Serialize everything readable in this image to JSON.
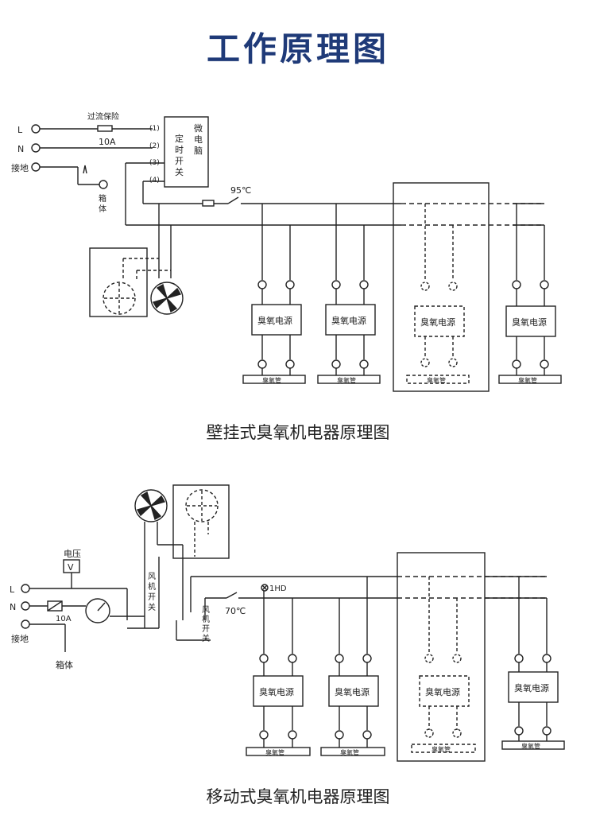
{
  "title": "工作原理图",
  "wall": {
    "caption": "壁挂式臭氧机电器原理图",
    "terminal_L": "L",
    "terminal_N": "N",
    "terminal_ground": "接地",
    "fuse_label": "过流保险",
    "current_label": "10A",
    "port_1": "(1)",
    "port_2": "(2)",
    "port_3": "(3)",
    "port_4": "(4)",
    "timer_label": [
      "定",
      "时",
      "开",
      "关"
    ],
    "micro_label": [
      "微",
      "电",
      "脑"
    ],
    "cabinet_label": [
      "箱",
      "体"
    ],
    "thermo_label": "95℃",
    "power_label": "臭氧电源",
    "tube_label": "臭氧管"
  },
  "mobile": {
    "caption": "移动式臭氧机电器原理图",
    "voltage_label": "电压",
    "voltmeter_symbol": "V",
    "terminal_L": "L",
    "terminal_N": "N",
    "terminal_ground": "接地",
    "current_label": "10A",
    "cabinet_label": "箱体",
    "fan_switch_label": [
      "风",
      "机",
      "开",
      "关"
    ],
    "lamp_label": "1HD",
    "thermo_label": "70℃",
    "power_label": "臭氧电源",
    "tube_label": "臭氧管"
  }
}
